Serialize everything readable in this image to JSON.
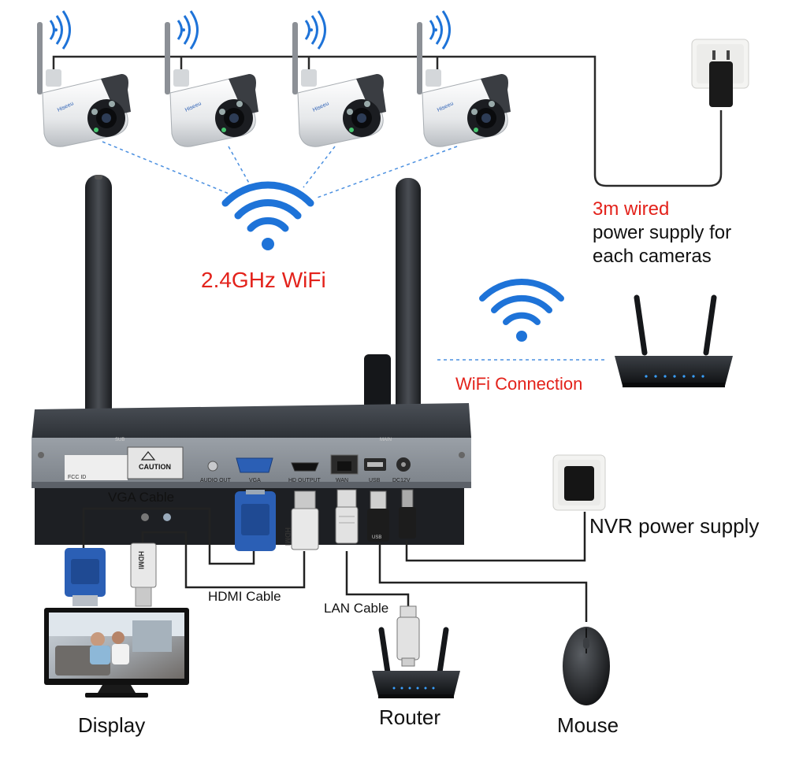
{
  "colors": {
    "wifi_blue": "#1e73d8",
    "label_red": "#e3221b",
    "cable": "#333333",
    "nvr_body": "#2f3338",
    "vga_blue": "#2b5fb5"
  },
  "cameras": {
    "count": 4,
    "brand": "Hiseeu"
  },
  "labels": {
    "camera_wifi": "2.4GHz WiFi",
    "power_red": "3m wired",
    "power_line2": "power supply for",
    "power_line3": "each cameras",
    "wifi_connection": "WiFi Connection",
    "nvr_power": "NVR power supply",
    "vga_cable": "VGA Cable",
    "hdmi_cable": "HDMI Cable",
    "lan_cable": "LAN Cable",
    "display": "Display",
    "router": "Router",
    "mouse": "Mouse"
  },
  "nvr": {
    "ports": {
      "audio_out": "AUDIO OUT",
      "vga": "VGA",
      "hd_output": "HD OUTPUT",
      "wan": "WAN",
      "usb": "USB",
      "dc12v": "DC12V"
    },
    "caution": "CAUTION",
    "antenna_sub": "SUB",
    "antenna_main": "MAIN",
    "fccid": "FCC ID"
  },
  "plugs": {
    "hdmi_text": "HDMI"
  },
  "icons": [
    "wifi-icon",
    "camera-icon",
    "router-icon",
    "wall-socket-icon",
    "mouse-icon",
    "monitor-icon",
    "vga-plug-icon",
    "hdmi-plug-icon",
    "ethernet-plug-icon",
    "usb-plug-icon",
    "dc-plug-icon"
  ]
}
